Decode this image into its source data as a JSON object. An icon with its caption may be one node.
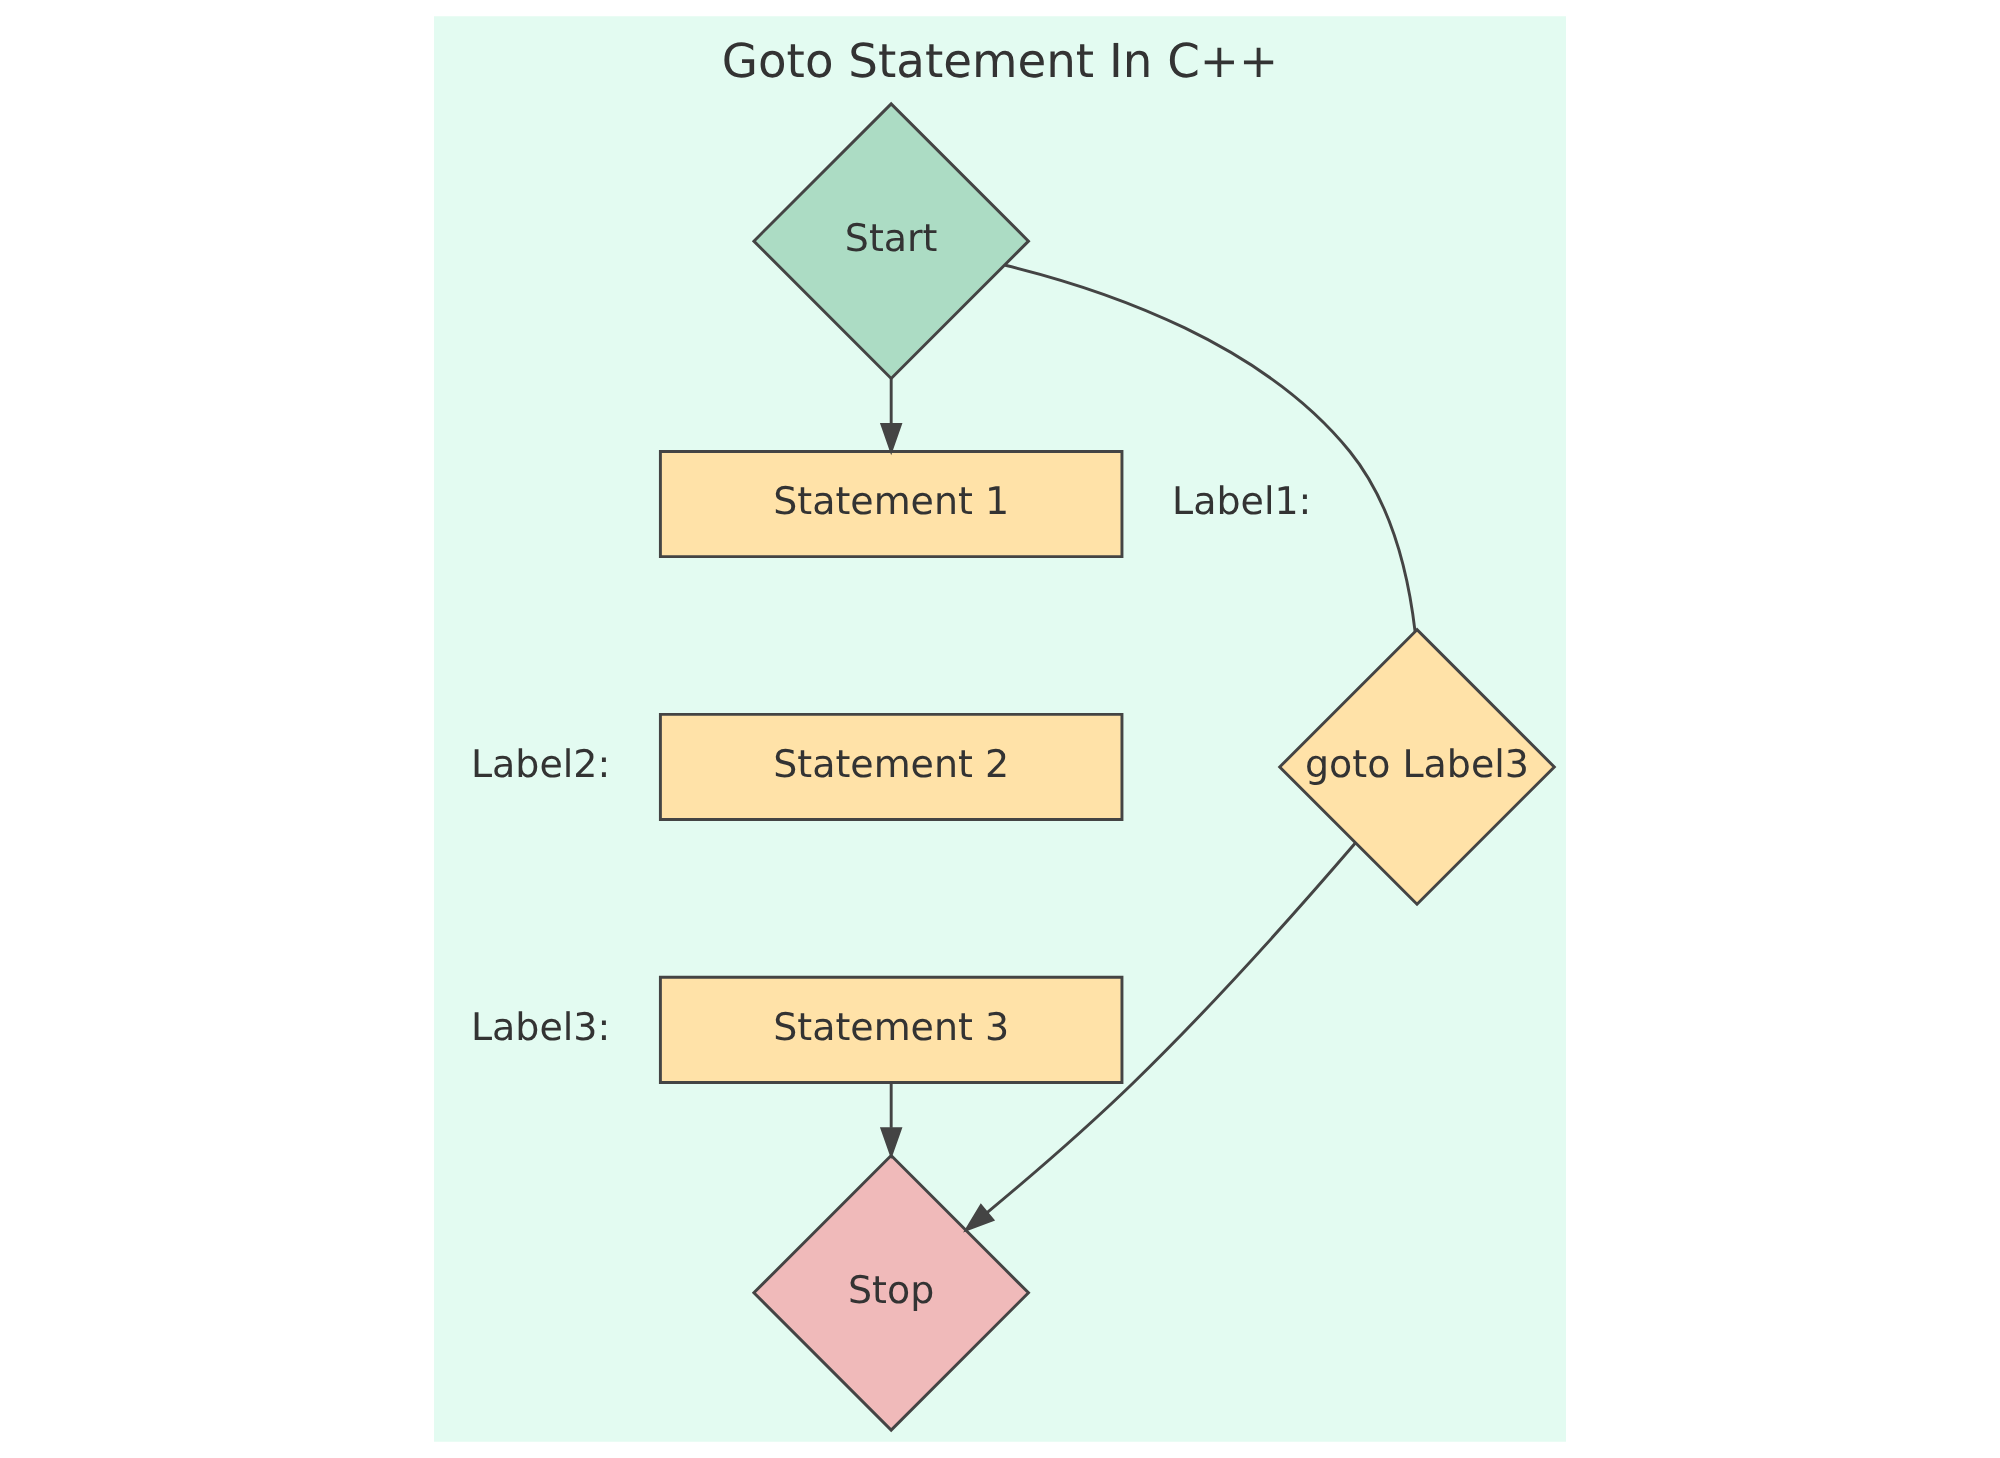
{
  "diagram": {
    "title": "Goto Statement In C++",
    "nodes": [
      {
        "text": [
          "Start"
        ]
      },
      {
        "text": [
          "Statement 1"
        ],
        "beside": [
          "Label1:"
        ]
      },
      {
        "text": [
          "Statement 2"
        ],
        "beside": [
          "Label2:"
        ]
      },
      {
        "text": [
          "Statement 3"
        ],
        "beside": [
          "Label3:"
        ]
      },
      {
        "text": [
          "Stop"
        ]
      },
      {
        "text": [
          "goto Label3"
        ]
      }
    ],
    "edges": [
      {
        "from": 0,
        "to": 1,
        "arrow": "to"
      },
      {
        "from": 0,
        "to": 5,
        "arrow": "none"
      },
      {
        "from": 3,
        "to": 4,
        "arrow": "to"
      },
      {
        "from": 5,
        "to": 4,
        "arrow": "to"
      }
    ]
  }
}
